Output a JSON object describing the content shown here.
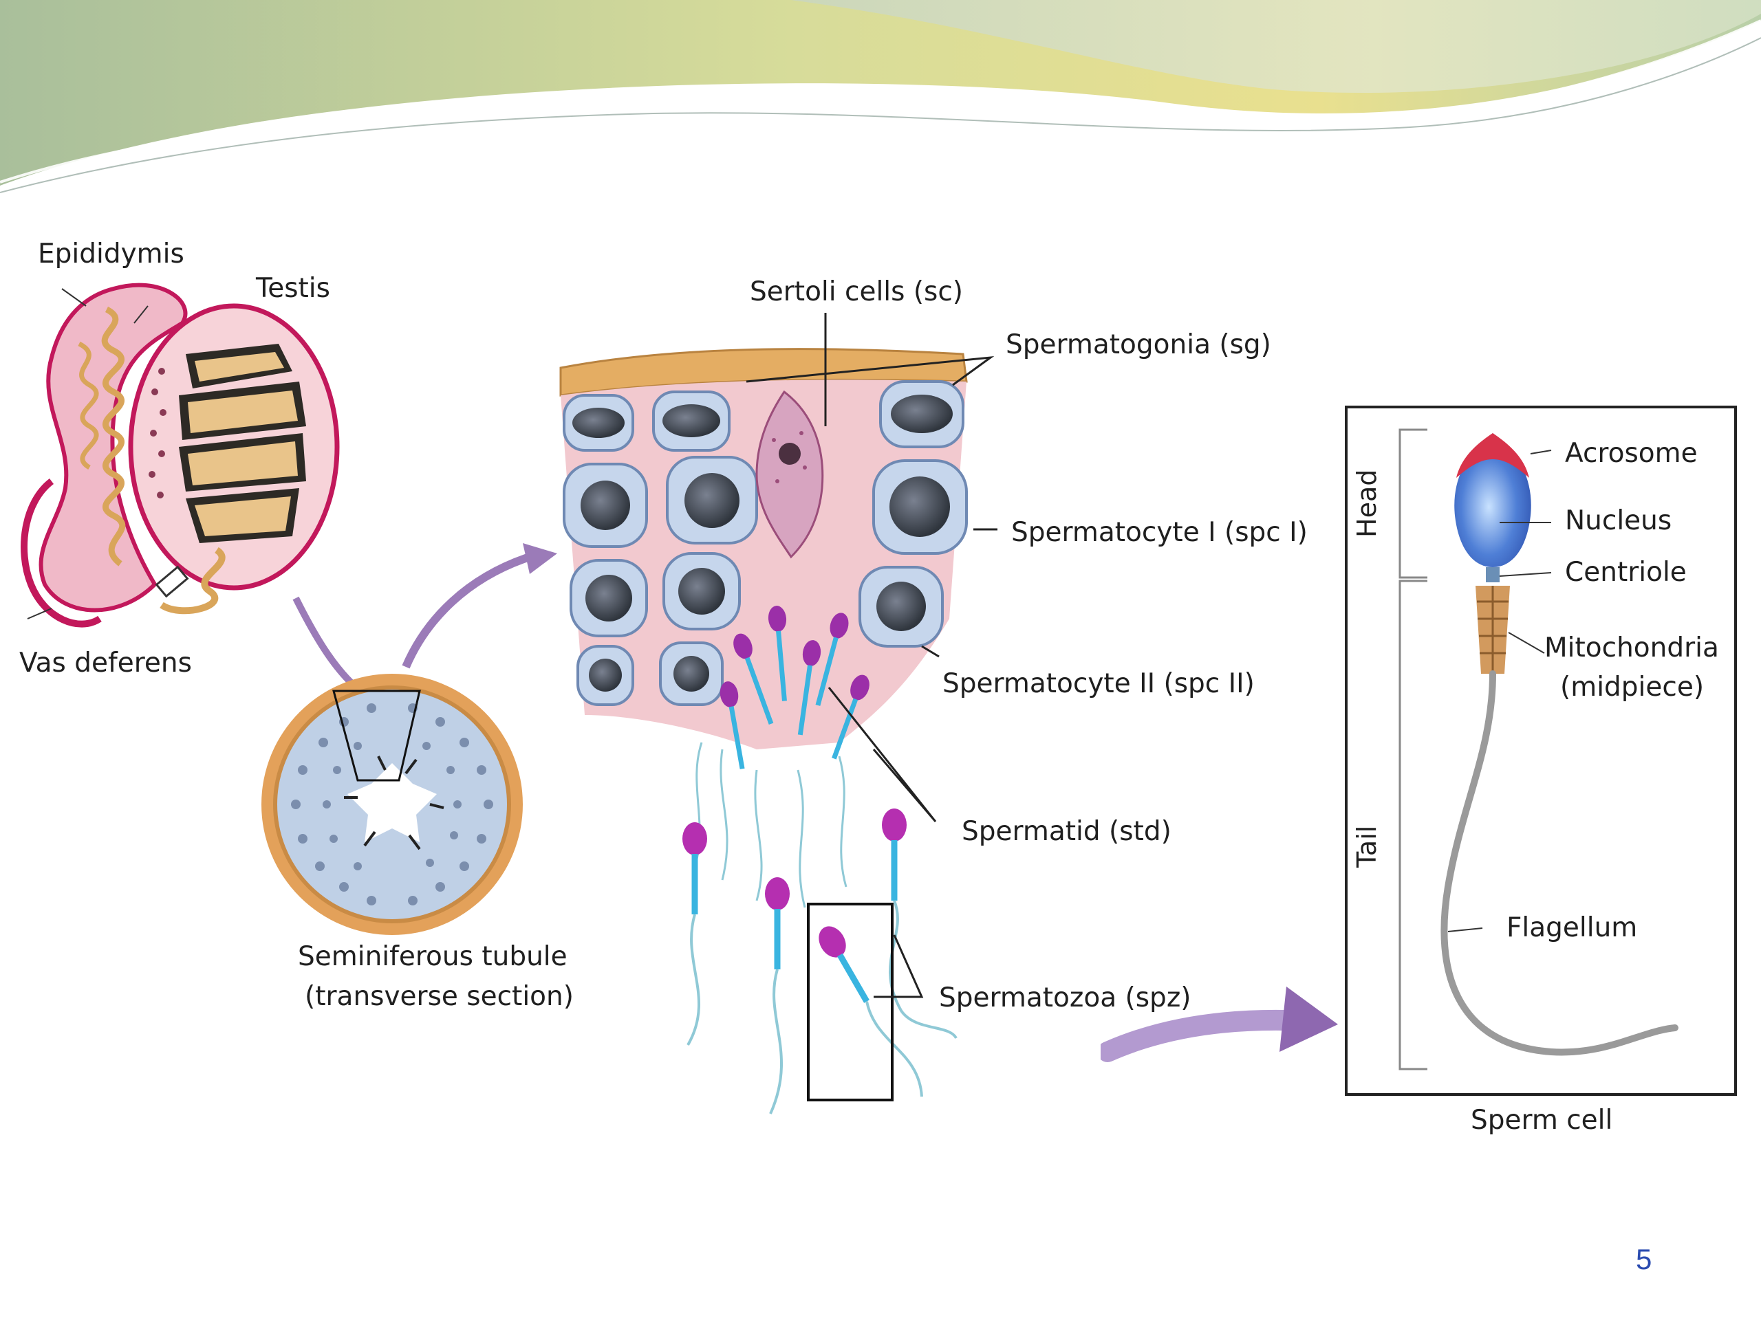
{
  "slide": {
    "page_number": "5"
  },
  "labels": {
    "epididymis": "Epididymis",
    "testis": "Testis",
    "vas_deferens": "Vas deferens",
    "seminiferous_tubule": "Seminiferous  tubule",
    "transverse_section": "(transverse section)",
    "sertoli_cells": "Sertoli cells (sc)",
    "spermatogonia": "Spermatogonia (sg)",
    "spermatocyte_1": "Spermatocyte I (spc I)",
    "spermatocyte_2": "Spermatocyte II (spc II)",
    "spermatid": "Spermatid (std)",
    "spermatozoa": "Spermatozoa (spz)"
  },
  "sperm_cell": {
    "title": "Sperm cell",
    "head_label": "Head",
    "tail_label": "Tail",
    "acrosome": "Acrosome",
    "nucleus": "Nucleus",
    "centriole": "Centriole",
    "mitochondria": "Mitochondria",
    "midpiece": "(midpiece)",
    "flagellum": "Flagellum"
  },
  "colors": {
    "banner_green": "#b9c9a0",
    "banner_yellow": "#e6dc8c",
    "arrow_purple": "#9b7bb8",
    "tissue_pink": "#f2c9cf",
    "cell_blue": "#a9bedb",
    "nucleus_dark": "#3c434d",
    "acrosome_red": "#d8334a",
    "nucleus_blue": "#4f7fd6"
  }
}
